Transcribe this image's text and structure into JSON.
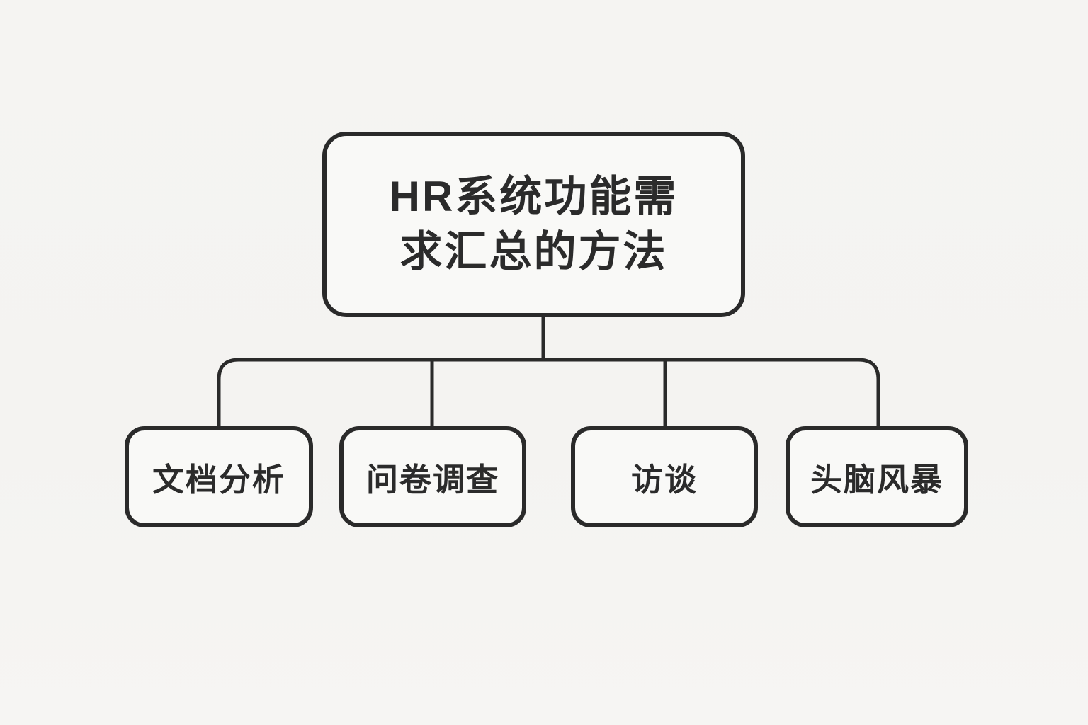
{
  "diagram": {
    "title": "HR系统功能需求汇总的方法",
    "root": {
      "label": "HR系统功能需求汇总的方法",
      "line1": "HR系统功能需",
      "line2": "求汇总的方法"
    },
    "children": [
      {
        "label": "文档分析"
      },
      {
        "label": "问卷调查"
      },
      {
        "label": "访谈"
      },
      {
        "label": "头脑风暴"
      }
    ]
  },
  "colors": {
    "canvas-bg": "#f4f3f1",
    "node-fill": "#f9f9f7",
    "line": "#2a2a2a",
    "text": "#2b2b2b"
  }
}
